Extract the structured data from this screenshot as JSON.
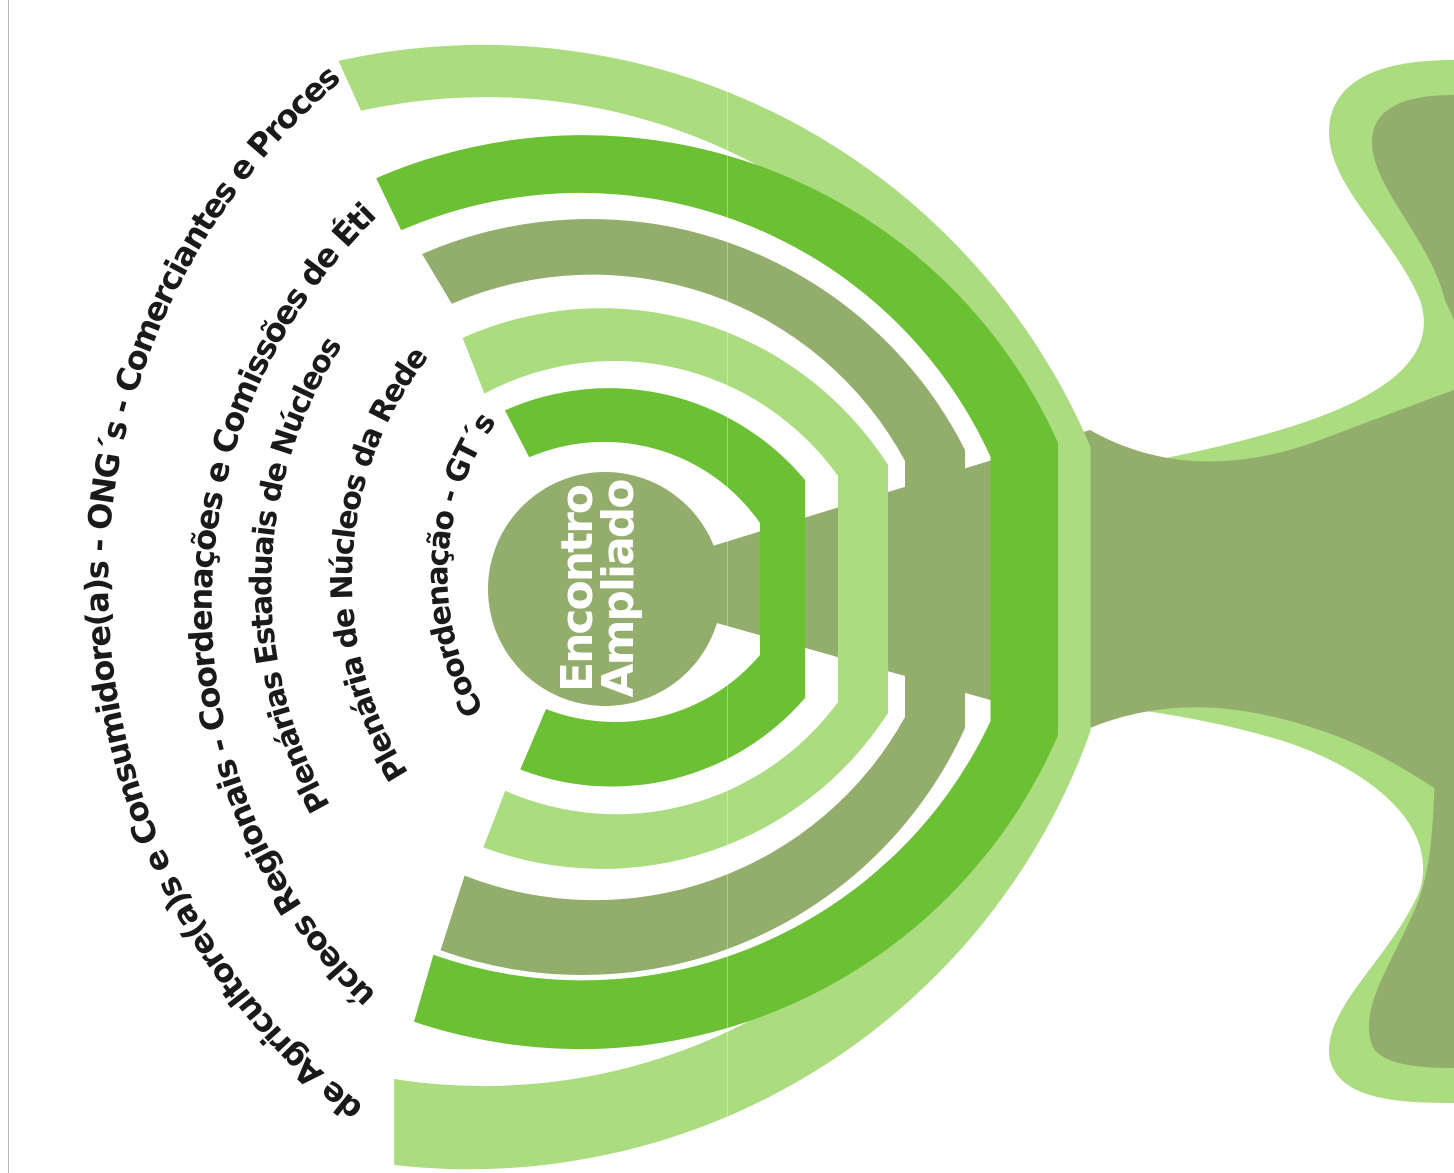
{
  "diagram": {
    "center": {
      "line1": "Encontro",
      "line2": "Ampliado"
    },
    "rings": [
      {
        "label": "Coordenação - GT´s",
        "color": "#6cc033"
      },
      {
        "label": "Plenária de Núcleos da Rede",
        "color": "#abdc80"
      },
      {
        "label": "Plenárias Estaduais de Núcleos",
        "color": "#92ad6c"
      },
      {
        "label": "Núcleos Regionais - Coordenações e Comissões de Ética",
        "color": "#6cc033"
      },
      {
        "label": "Famílias de Agricultore(a)s e Consumidore(a)s - ONG´s - Comerciantes e Procesadores...",
        "color": "#abdc80"
      }
    ],
    "colors": {
      "light_green": "#abdc80",
      "bright_green": "#6cc033",
      "olive_green": "#92ad6c",
      "background": "#ffffff"
    }
  }
}
